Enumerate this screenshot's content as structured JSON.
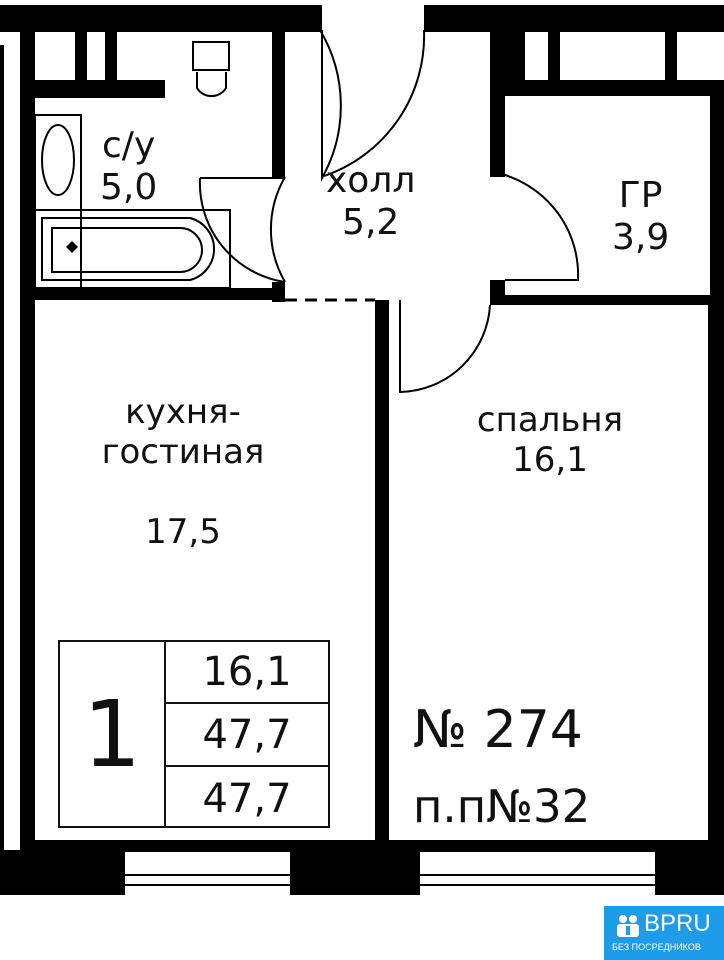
{
  "rooms": [
    {
      "name": "с/у",
      "area": "5,0"
    },
    {
      "name": "холл",
      "area": "5,2"
    },
    {
      "name": "ГР",
      "area": "3,9"
    },
    {
      "name": "кухня-\nгостиная",
      "area": "17,5"
    },
    {
      "name": "спальня",
      "area": "16,1"
    }
  ],
  "summary": {
    "rooms_count": "1",
    "living_area": "16,1",
    "total_area": "47,7",
    "total_area_2": "47,7"
  },
  "apartment": {
    "number": "№ 274",
    "section": "п.п№32"
  },
  "logo": {
    "brand": "BPRU",
    "tagline": "БЕЗ ПОСРЕДНИКОВ"
  },
  "colors": {
    "wall": "#000000",
    "logo_bg": "#1e9be9"
  }
}
